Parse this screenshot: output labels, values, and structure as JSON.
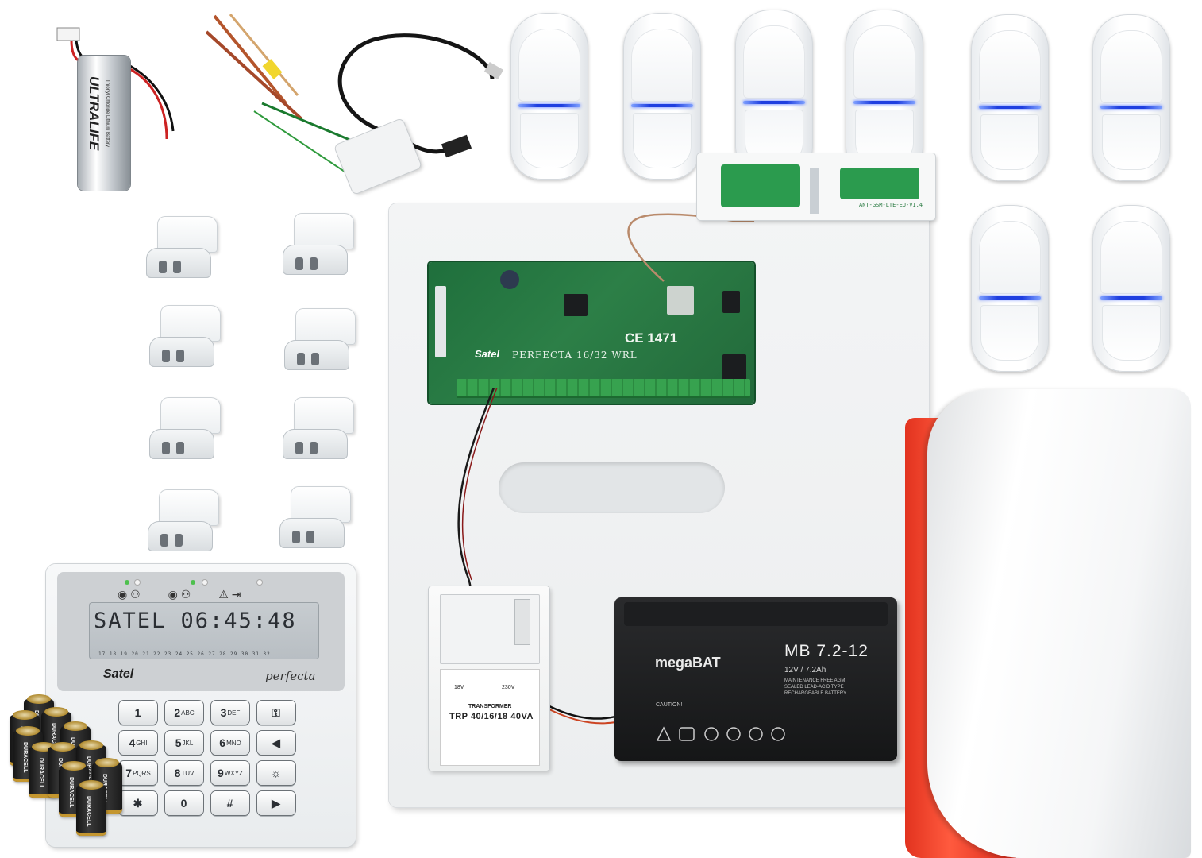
{
  "keypad": {
    "lcd_text": "SATEL   06:45:48",
    "lcd_digits": "17 18 19 20 21 22 23 24 25 26 27 28 29 30 31 32",
    "brand": "Satel",
    "model": "perfecta",
    "keys": [
      {
        "main": "1",
        "sub": ""
      },
      {
        "main": "2",
        "sub": "ABC"
      },
      {
        "main": "3",
        "sub": "DEF"
      },
      {
        "main": "⚿",
        "sub": ""
      },
      {
        "main": "4",
        "sub": "GHI"
      },
      {
        "main": "5",
        "sub": "JKL"
      },
      {
        "main": "6",
        "sub": "MNO"
      },
      {
        "main": "◀",
        "sub": ""
      },
      {
        "main": "7",
        "sub": "PQRS"
      },
      {
        "main": "8",
        "sub": "TUV"
      },
      {
        "main": "9",
        "sub": "WXYZ"
      },
      {
        "main": "☼",
        "sub": ""
      },
      {
        "main": "✱",
        "sub": ""
      },
      {
        "main": "0",
        "sub": ""
      },
      {
        "main": "#",
        "sub": ""
      },
      {
        "main": "▶",
        "sub": ""
      }
    ]
  },
  "control_panel": {
    "board_label": "PERFECTA 16/32 WRL",
    "board_brand": "Satel",
    "ce_mark": "CE 1471",
    "antenna_label": "ANT-GSM-LTE-EU-V1.4"
  },
  "transformer": {
    "title": "TRANSFORMER",
    "model": "TRP 40/16/18 40VA",
    "left_spec": "18V",
    "right_spec": "230V"
  },
  "battery": {
    "brand": "megaBAT",
    "model": "MB 7.2-12",
    "capacity": "12V / 7.2Ah",
    "spec_lines": [
      "MAINTENANCE FREE AGM",
      "SEALED LEAD-ACID TYPE",
      "RECHARGEABLE BATTERY"
    ],
    "caution": "CAUTION!"
  },
  "lithium_battery": {
    "brand": "ULTRALIFE",
    "description": "Thionyl Chloride Lithium Battery"
  },
  "cells": {
    "brand": "DURACELL"
  },
  "colors": {
    "pir_led": "#1f3fe0",
    "pcb_green": "#2c7f47",
    "siren_red": "#ff5a3e",
    "terminal_green": "#37a24f"
  }
}
